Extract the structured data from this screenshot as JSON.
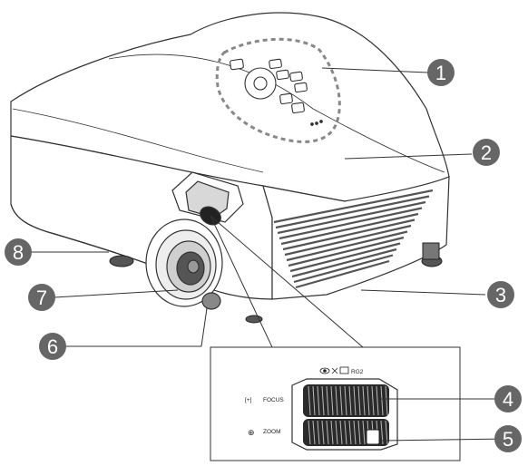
{
  "callouts": [
    {
      "number": "1"
    },
    {
      "number": "2"
    },
    {
      "number": "3"
    },
    {
      "number": "4"
    },
    {
      "number": "5"
    },
    {
      "number": "6"
    },
    {
      "number": "7"
    },
    {
      "number": "8"
    }
  ],
  "inset": {
    "rg_label": "RG2",
    "focus_label": "FOCUS",
    "zoom_label": "ZOOM"
  },
  "colors": {
    "callout_fill": "#666666",
    "line": "#333333",
    "body_fill": "#ffffff",
    "vent": "#555555",
    "dark": "#222222"
  }
}
